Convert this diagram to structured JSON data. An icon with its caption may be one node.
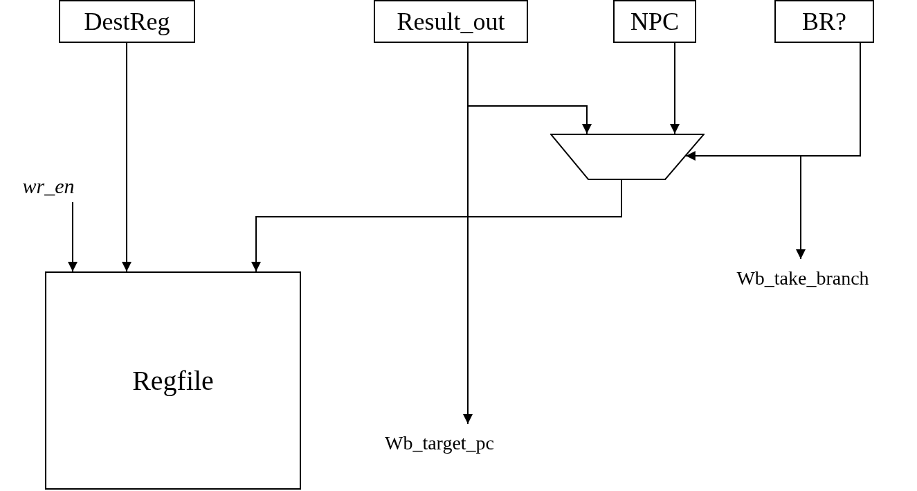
{
  "diagram": {
    "nodes": [
      {
        "text": [
          "DestReg"
        ]
      },
      {
        "text": [
          "Result_out"
        ]
      },
      {
        "text": [
          "NPC"
        ]
      },
      {
        "text": [
          "BR?"
        ]
      },
      {
        "text": [],
        "shape": "trapezoid"
      },
      {
        "text": [
          "Regfile"
        ]
      },
      {
        "text": [
          "wr_en"
        ]
      },
      {
        "text": [
          "Wb_take_branch"
        ]
      },
      {
        "text": [
          "Wb_target_pc"
        ]
      }
    ],
    "edges": [
      {
        "from": 6,
        "to": 5,
        "arrow": "to"
      },
      {
        "from": 0,
        "to": 5,
        "arrow": "to"
      },
      {
        "from": 4,
        "to": 5,
        "arrow": "to"
      },
      {
        "from": 1,
        "to": 4,
        "arrow": "to"
      },
      {
        "from": 1,
        "to": 8,
        "arrow": "to"
      },
      {
        "from": 2,
        "to": 4,
        "arrow": "to"
      },
      {
        "from": 3,
        "to": 4,
        "arrow": "to"
      },
      {
        "from": 3,
        "to": 7,
        "arrow": "to"
      }
    ]
  }
}
